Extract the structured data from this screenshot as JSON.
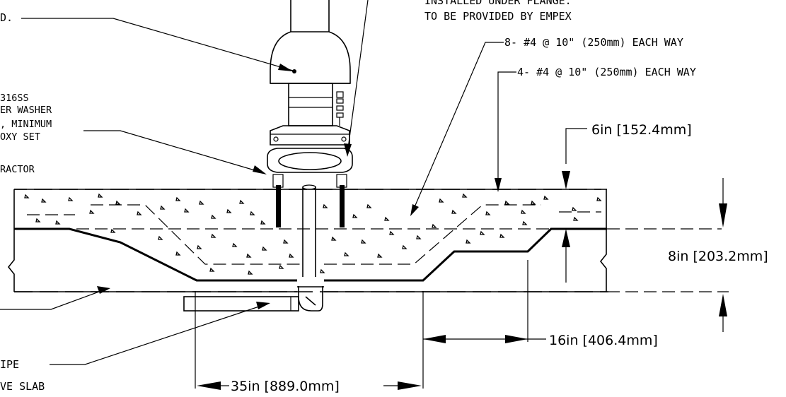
{
  "notes": {
    "top_left": "D.",
    "flange_line1": "INSTALLED UNDER FLANGE.",
    "flange_line2": "TO BE PROVIDED BY EMPEX",
    "rebar_top": "8- #4 @ 10\" (250mm) EACH WAY",
    "rebar_bottom": "4- #4 @ 10\" (250mm) EACH WAY",
    "anchor_line1": "316SS",
    "anchor_line2": "ER WASHER",
    "anchor_line3": ", MINIMUM",
    "anchor_line4": "OXY SET",
    "contractor": "RACTOR",
    "pipe_line1": "IPE",
    "pipe_line2": "VE SLAB"
  },
  "dimensions": {
    "top_thickness": "6in [152.4mm]",
    "slab_thickness": "8in [203.2mm]",
    "offset": "16in [406.4mm]",
    "width": "35in [889.0mm]"
  }
}
